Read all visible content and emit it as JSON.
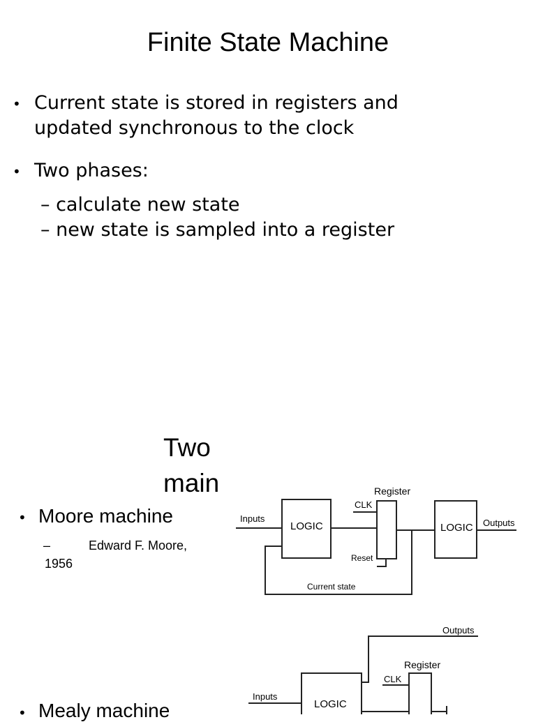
{
  "slide1": {
    "title": "Finite State Machine",
    "bullets": [
      "Current state is stored in registers and",
      "updated synchronous to the clock",
      "Two phases:"
    ],
    "subbullets": [
      "– calculate new state",
      "– new state is sampled into a register"
    ]
  },
  "slide2": {
    "title": "Two main types",
    "bullets": [
      "Moore machine",
      "Mealy machine"
    ],
    "sub": {
      "dash": "–",
      "text": "Edward F. Moore,",
      "year": "1956"
    }
  },
  "diagram1": {
    "register": "Register",
    "clk": "CLK",
    "reset": "Reset",
    "inputs": "Inputs",
    "logic1": "LOGIC",
    "logic2": "LOGIC",
    "outputs": "Outputs",
    "current_state": "Current state"
  },
  "diagram2": {
    "outputs": "Outputs",
    "register": "Register",
    "clk": "CLK",
    "inputs": "Inputs",
    "logic": "LOGIC"
  },
  "bullet_glyph": "•"
}
